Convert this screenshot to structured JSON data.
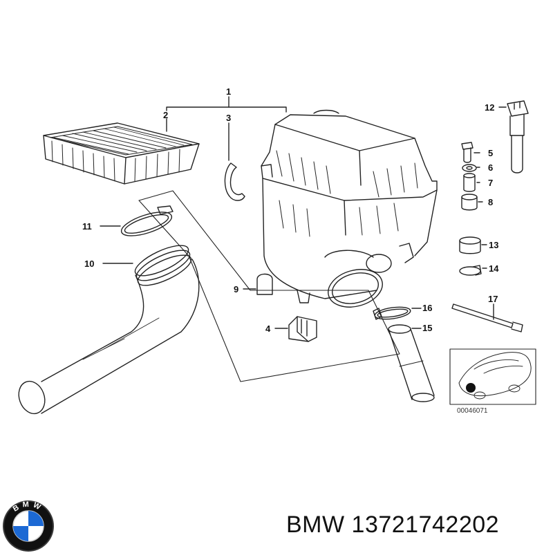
{
  "callouts": {
    "c1": "1",
    "c2": "2",
    "c3": "3",
    "c4": "4",
    "c5": "5",
    "c6": "6",
    "c7": "7",
    "c8": "8",
    "c9": "9",
    "c10": "10",
    "c11": "11",
    "c12": "12",
    "c13": "13",
    "c14": "14",
    "c15": "15",
    "c16": "16",
    "c17": "17"
  },
  "inset": {
    "code": "00046071"
  },
  "brand": {
    "name": "BMW",
    "part_number": "13721742202",
    "logo_letters": "BMW"
  },
  "colors": {
    "line": "#222222",
    "logo_blue": "#1c69d4",
    "logo_ring": "#111111"
  }
}
